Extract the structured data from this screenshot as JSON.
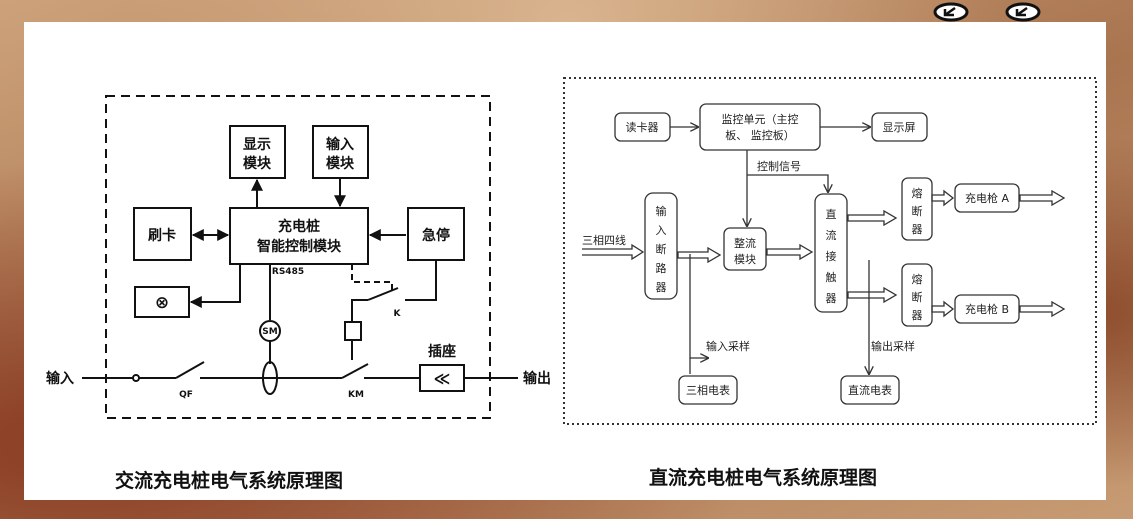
{
  "ac": {
    "caption": "交流充电桩电气系统原理图",
    "display_l1": "显示",
    "display_l2": "模块",
    "input_mod_l1": "输入",
    "input_mod_l2": "模块",
    "card": "刷卡",
    "controller_l1": "充电桩",
    "controller_l2": "智能控制模块",
    "estop": "急停",
    "rs485": "RS485",
    "sm": "SM",
    "k": "K",
    "qf": "QF",
    "km": "KM",
    "socket": "插座",
    "socket_symbol": "≪",
    "lamp_symbol": "⊗",
    "input": "输入",
    "output": "输出"
  },
  "dc": {
    "caption": "直流充电桩电气系统原理图",
    "card_reader": "读卡器",
    "monitor_l1": "监控单元（主控",
    "monitor_l2": "板、  监控板）",
    "display_screen": "显示屏",
    "control_signal": "控制信号",
    "three_phase": "三相四线",
    "breaker": [
      "输",
      "入",
      "断",
      "路",
      "器"
    ],
    "rectifier_l1": "整流",
    "rectifier_l2": "模块",
    "dc_contactor": [
      "直",
      "流",
      "接",
      "触",
      "器"
    ],
    "fuse_a": [
      "熔",
      "断",
      "器"
    ],
    "fuse_b": [
      "熔",
      "断",
      "器"
    ],
    "gun_a": "充电枪 A",
    "gun_b": "充电枪 B",
    "input_sampling": "输入采样",
    "output_sampling": "输出采样",
    "three_phase_meter": "三相电表",
    "dc_meter": "直流电表"
  }
}
